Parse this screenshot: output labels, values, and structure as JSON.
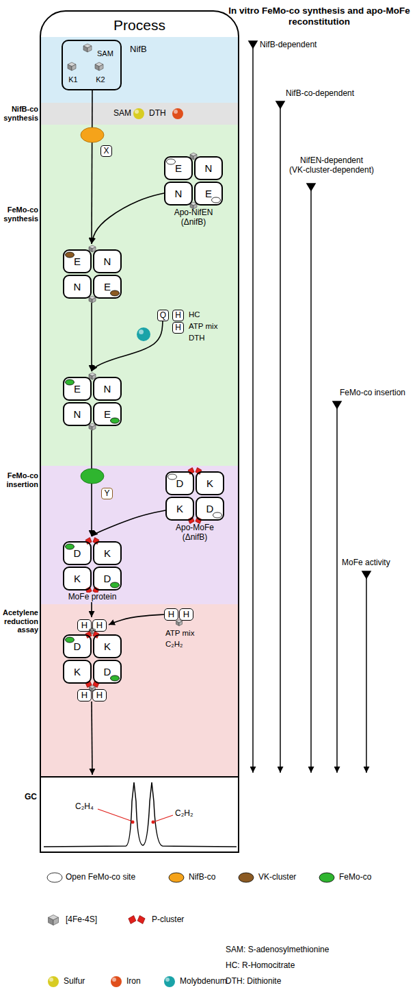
{
  "diagram": {
    "nodes": [
      {
        "text": [
          "Process"
        ]
      },
      {
        "text": [
          "NifB",
          "SAM",
          "K1",
          "K2"
        ],
        "in": 0
      },
      {
        "text": [
          "X"
        ],
        "in": 0
      },
      {
        "text": [
          "E"
        ],
        "in": 0
      },
      {
        "text": [
          "N"
        ],
        "in": 0
      },
      {
        "text": [
          "N"
        ],
        "in": 0
      },
      {
        "text": [
          "E"
        ],
        "in": 0
      },
      {
        "text": [
          "E"
        ],
        "in": 0
      },
      {
        "text": [
          "N"
        ],
        "in": 0
      },
      {
        "text": [
          "N"
        ],
        "in": 0
      },
      {
        "text": [
          "E"
        ],
        "in": 0
      },
      {
        "text": [
          "Q"
        ],
        "in": 0
      },
      {
        "text": [
          "H"
        ],
        "in": 0
      },
      {
        "text": [
          "H"
        ],
        "in": 0
      },
      {
        "text": [
          "E"
        ],
        "in": 0
      },
      {
        "text": [
          "N"
        ],
        "in": 0
      },
      {
        "text": [
          "N"
        ],
        "in": 0
      },
      {
        "text": [
          "E"
        ],
        "in": 0
      },
      {
        "text": [
          "Y"
        ],
        "in": 0
      },
      {
        "text": [
          "D"
        ],
        "in": 0
      },
      {
        "text": [
          "K"
        ],
        "in": 0
      },
      {
        "text": [
          "K"
        ],
        "in": 0
      },
      {
        "text": [
          "D"
        ],
        "in": 0
      },
      {
        "text": [
          "D"
        ],
        "in": 0
      },
      {
        "text": [
          "K"
        ],
        "in": 0
      },
      {
        "text": [
          "K"
        ],
        "in": 0
      },
      {
        "text": [
          "D"
        ],
        "in": 0
      },
      {
        "text": [
          "H"
        ],
        "in": 0
      },
      {
        "text": [
          "H"
        ],
        "in": 0
      },
      {
        "text": [
          "H"
        ],
        "in": 0
      },
      {
        "text": [
          "H"
        ],
        "in": 0
      },
      {
        "text": [
          "D"
        ],
        "in": 0
      },
      {
        "text": [
          "K"
        ],
        "in": 0
      },
      {
        "text": [
          "K"
        ],
        "in": 0
      },
      {
        "text": [
          "D"
        ],
        "in": 0
      },
      {
        "text": [
          "H"
        ],
        "in": 0
      },
      {
        "text": [
          "H"
        ],
        "in": 0
      },
      {
        "text": [
          "GC",
          "C₂H₄",
          "C₂H₂"
        ],
        "in": 0
      }
    ],
    "edges": [
      {
        "from": 1,
        "to": 7,
        "arrow": "to"
      },
      {
        "from": 5,
        "to": 7,
        "arrow": "to"
      },
      {
        "from": 9,
        "to": 14,
        "arrow": "to"
      },
      {
        "from": 11,
        "to": 14,
        "arrow": "to"
      },
      {
        "from": 16,
        "to": 23,
        "arrow": "to"
      },
      {
        "from": 21,
        "to": 23,
        "arrow": "to"
      },
      {
        "from": 25,
        "to": 29,
        "arrow": "to"
      },
      {
        "from": 27,
        "to": 30,
        "arrow": "to"
      },
      {
        "from": 35,
        "to": 37,
        "arrow": "to"
      }
    ],
    "labels": [
      "In vitro FeMo-co synthesis and apo-MoFe reconstitution",
      "NifB-dependent",
      "NifB-co synthesis",
      "SAM",
      "DTH",
      "NifB-co-dependent",
      "FeMo-co synthesis",
      "NifEN-dependent (VK-cluster-dependent)",
      "Apo-NifEN (ΔnifB)",
      "HC",
      "ATP mix",
      "DTH",
      "FeMo-co insertion",
      "FeMo-co insertion",
      "Apo-MoFe (ΔnifB)",
      "MoFe protein",
      "MoFe activity",
      "Acetylene reduction assay",
      "ATP mix",
      "C₂H₂",
      "SAM: S-adenosylmethionine",
      "HC: R-Homocitrate",
      "DTH: Dithionite"
    ],
    "legend": [
      {
        "text": "Open FeMo-co site",
        "color": "#ffffff"
      },
      {
        "text": "NifB-co",
        "color": "#f5a31a"
      },
      {
        "text": "VK-cluster",
        "color": "#8b5a23"
      },
      {
        "text": "FeMo-co",
        "color": "#2fb52f"
      },
      {
        "text": "[4Fe-4S]"
      },
      {
        "text": "P-cluster"
      },
      {
        "text": "Sulfur",
        "color": "#d8cc22"
      },
      {
        "text": "Iron",
        "color": "#e04f1c"
      },
      {
        "text": "Molybdenum",
        "color": "#1aa3a8"
      }
    ]
  }
}
